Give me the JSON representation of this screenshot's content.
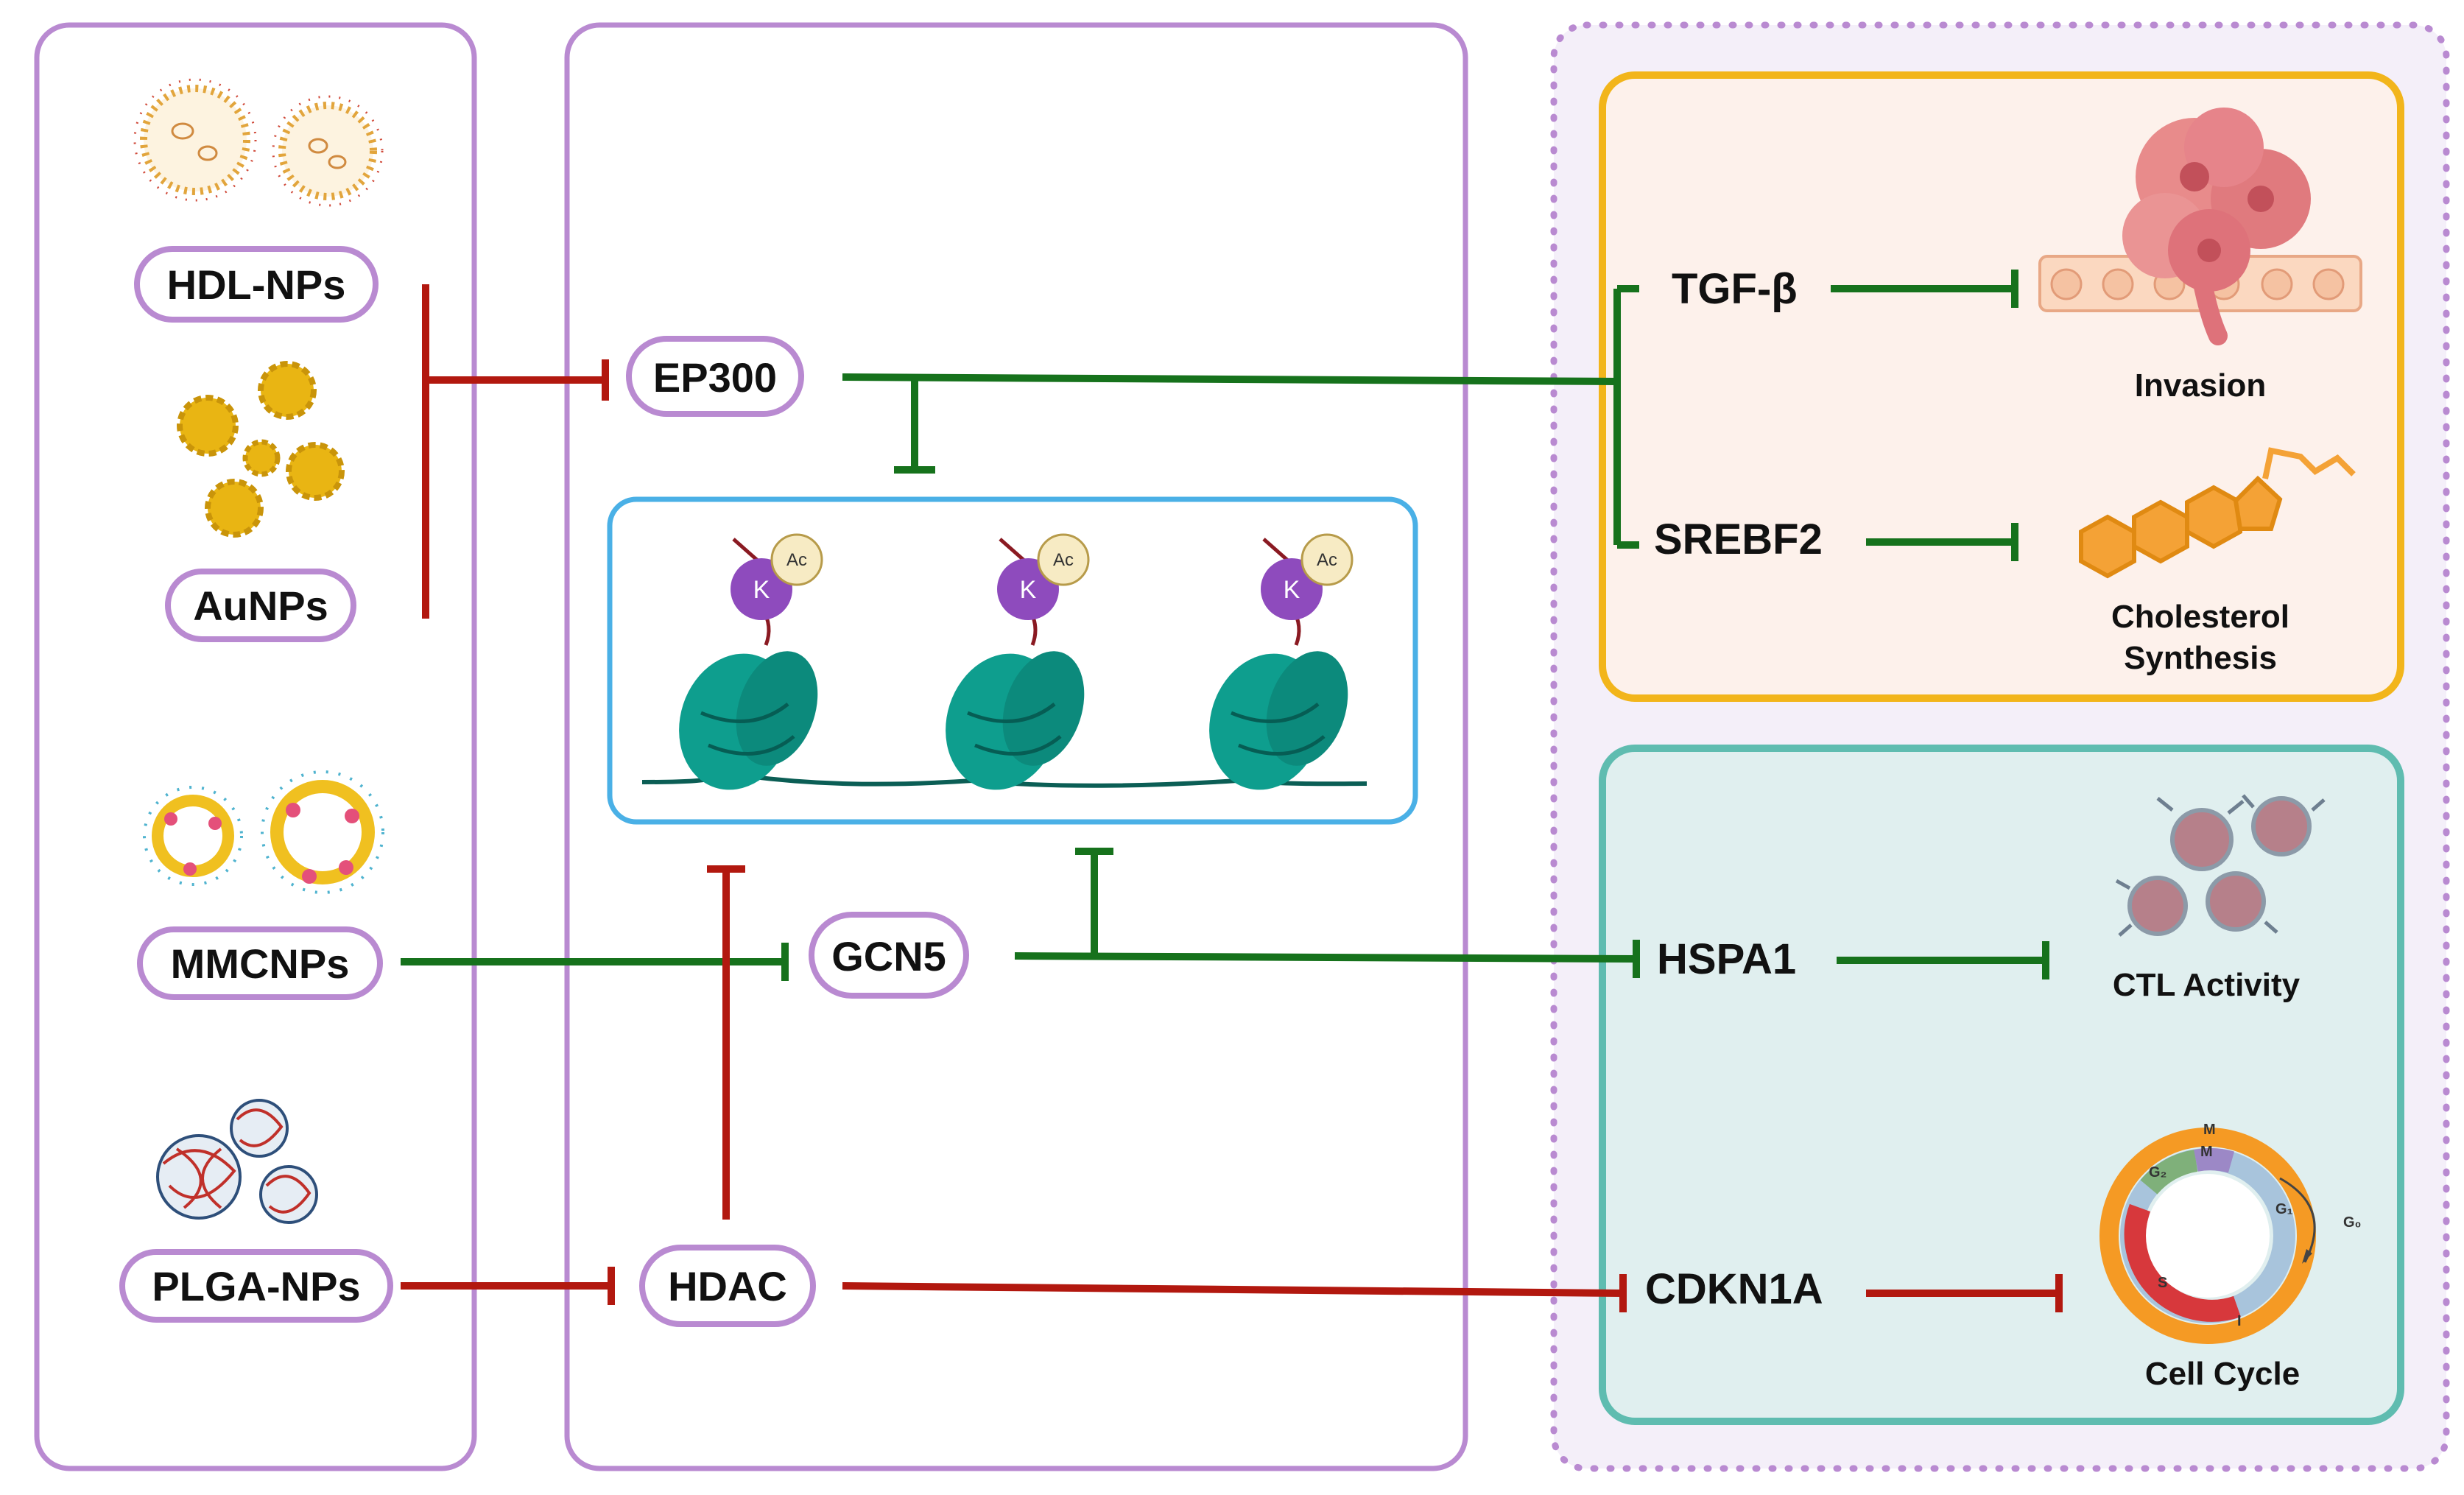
{
  "colors": {
    "panel_border": "#b98ad1",
    "inhibit_red": "#b2180f",
    "inhibit_green": "#16721c",
    "nucleosome": "#0e9e8e",
    "lysine": "#8e4bbd",
    "acetyl": "#f7ebc4",
    "chromatin_box": "#4ab0e6",
    "outcome_orange_border": "#f2b51b",
    "outcome_orange_fill": "#fdf1eb",
    "outcome_teal_border": "#5fbcb0",
    "outcome_teal_fill": "#e0efef",
    "outer_dotted": "#b98ad1",
    "outer_fill": "#f4eff9"
  },
  "nanoparticles": {
    "hdl": "HDL-NPs",
    "au": "AuNPs",
    "mmc": "MMCNPs",
    "plga": "PLGA-NPs"
  },
  "enzymes": {
    "ep300": "EP300",
    "gcn5": "GCN5",
    "hdac": "HDAC"
  },
  "chromatin": {
    "lysine_label": "K",
    "acetyl_label": "Ac"
  },
  "genes": {
    "tgfb": "TGF-β",
    "srebf2": "SREBF2",
    "hspa1": "HSPA1",
    "cdkn1a": "CDKN1A"
  },
  "outcomes": {
    "invasion": "Invasion",
    "cholesterol_line1": "Cholesterol",
    "cholesterol_line2": "Synthesis",
    "ctl": "CTL Activity",
    "cell_cycle": "Cell Cycle"
  },
  "cell_cycle_phases": {
    "m_outer": "M",
    "m_inner": "M",
    "g2": "G₂",
    "g1": "G₁",
    "g0": "G₀",
    "s": "S",
    "i": "I"
  }
}
